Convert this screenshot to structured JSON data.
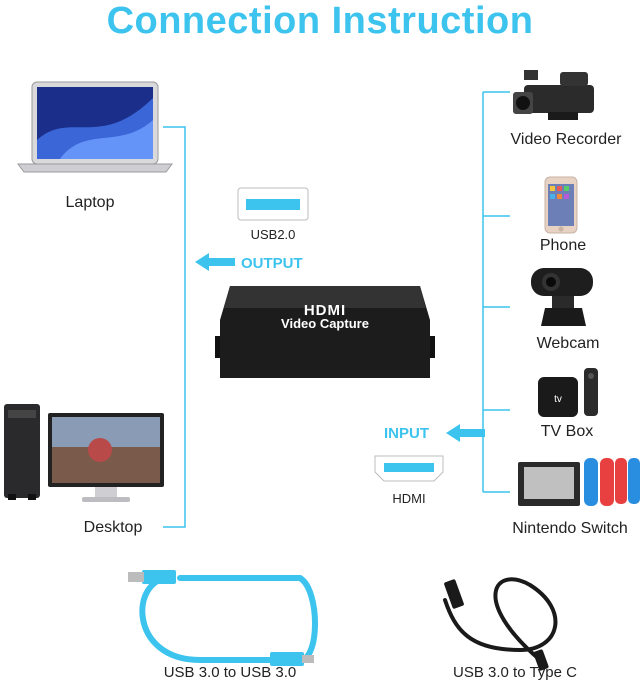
{
  "title": "Connection Instruction",
  "left_devices": [
    {
      "label": "Laptop"
    },
    {
      "label": "Desktop"
    }
  ],
  "right_devices": [
    {
      "label": "Video Recorder"
    },
    {
      "label": "Phone"
    },
    {
      "label": "Webcam"
    },
    {
      "label": "TV Box"
    },
    {
      "label": "Nintendo Switch"
    }
  ],
  "ports": {
    "usb_label": "USB2.0",
    "output_label": "OUTPUT",
    "input_label": "INPUT",
    "hdmi_label": "HDMI"
  },
  "capture_device": {
    "brand": "HDMI",
    "name": "Video Capture"
  },
  "cables": [
    {
      "label": "USB 3.0 to USB 3.0"
    },
    {
      "label": "USB 3.0 to Type C"
    }
  ],
  "colors": {
    "accent": "#3cc3ee",
    "device_body": "#1c1c1c"
  }
}
